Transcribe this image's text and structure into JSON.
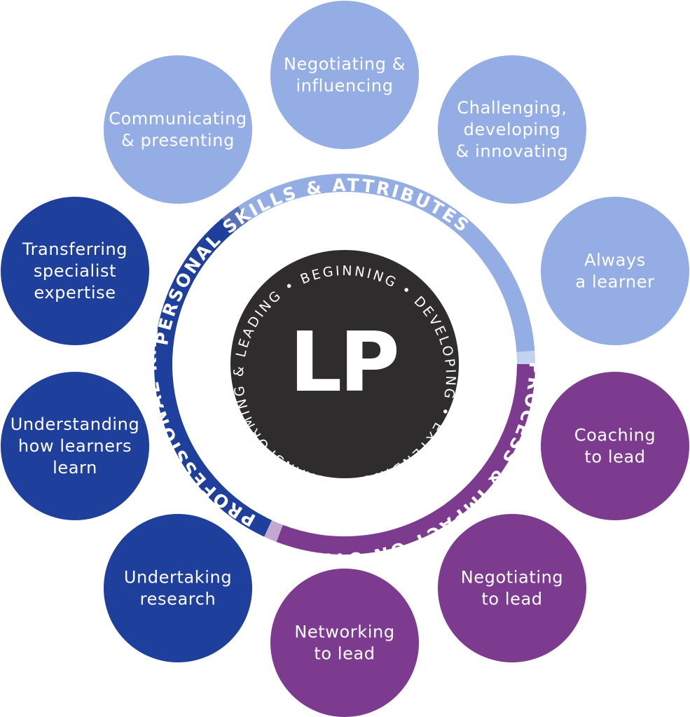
{
  "colors": {
    "light_blue": "#94ade4",
    "dark_blue": "#1f3f9c",
    "purple": "#7c3b8f",
    "center": "#2e2c2d",
    "ring_light_blue_edge": "#c3d2f1",
    "ring_purple_edge": "#c4a8cf"
  },
  "center": {
    "logo": "LP",
    "stages": [
      "BEGINNING",
      "DEVELOPING",
      "EXTENDING",
      "TRANSFORMING & LEADING"
    ]
  },
  "ring": {
    "segments": [
      {
        "label": "PERSONAL SKILLS & ATTRIBUTES",
        "color": "light_blue"
      },
      {
        "label": "PROCESS & IMPACT ON OTHERS",
        "color": "purple"
      },
      {
        "label": "PROFESSIONAL KNOWLEDGE",
        "color": "dark_blue"
      }
    ]
  },
  "nodes": [
    {
      "lines": [
        "Negotiating &",
        "influencing"
      ],
      "group": "light_blue"
    },
    {
      "lines": [
        "Challenging,",
        "developing",
        "& innovating"
      ],
      "group": "light_blue"
    },
    {
      "lines": [
        "Always",
        "a learner"
      ],
      "group": "light_blue"
    },
    {
      "lines": [
        "Coaching",
        "to lead"
      ],
      "group": "purple"
    },
    {
      "lines": [
        "Negotiating",
        "to lead"
      ],
      "group": "purple"
    },
    {
      "lines": [
        "Networking",
        "to lead"
      ],
      "group": "purple"
    },
    {
      "lines": [
        "Undertaking",
        "research"
      ],
      "group": "dark_blue"
    },
    {
      "lines": [
        "Understanding",
        "how learners",
        "learn"
      ],
      "group": "dark_blue"
    },
    {
      "lines": [
        "Transferring",
        "specialist",
        "expertise"
      ],
      "group": "dark_blue"
    },
    {
      "lines": [
        "Communicating",
        "& presenting"
      ],
      "group": "light_blue"
    }
  ]
}
